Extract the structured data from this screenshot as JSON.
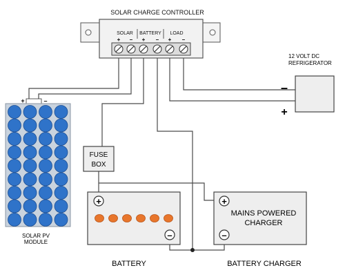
{
  "controller": {
    "title": "SOLAR CHARGE CONTROLLER",
    "section_solar": "SOLAR",
    "section_battery": "BATTERY",
    "section_load": "LOAD",
    "terminal_polarities": [
      "+",
      "–",
      "+",
      "–",
      "+",
      "–"
    ]
  },
  "solar_module": {
    "label_line1": "SOLAR PV",
    "label_line2": "MODULE",
    "plus": "+",
    "minus": "–"
  },
  "refrigerator": {
    "label_line1": "12 VOLT DC",
    "label_line2": "REFRIGERATOR",
    "minus": "–",
    "plus": "+"
  },
  "fuse_box": {
    "label_line1": "FUSE",
    "label_line2": "BOX"
  },
  "battery": {
    "label": "BATTERY",
    "plus": "+",
    "minus": "–"
  },
  "charger": {
    "label_line1": "MAINS POWERED",
    "label_line2": "CHARGER",
    "caption": "BATTERY CHARGER",
    "plus": "+",
    "minus": "–"
  },
  "colors": {
    "panel_blue": "#2f73c9",
    "panel_frame": "#c9d3de",
    "battery_cell": "#e8762c",
    "box_fill": "#eeeeee",
    "controller_fill": "#f2f2f2",
    "wire": "#4a4a4a"
  }
}
